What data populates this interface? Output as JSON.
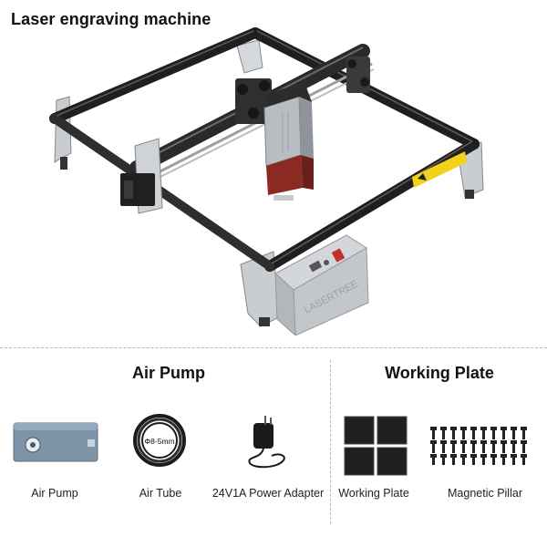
{
  "title": "Laser engraving machine",
  "machine": {
    "brand_text": "LASERTREE"
  },
  "sections": {
    "air_pump": {
      "heading": "Air Pump",
      "items": [
        {
          "label": "Air Pump",
          "icon": "air-pump-icon"
        },
        {
          "label": "Air Tube",
          "icon": "air-tube-icon",
          "spec": "Φ8-5mm"
        },
        {
          "label": "24V1A Power Adapter",
          "icon": "power-adapter-icon"
        }
      ]
    },
    "working_plate": {
      "heading": "Working Plate",
      "items": [
        {
          "label": "Working Plate",
          "icon": "working-plate-icon"
        },
        {
          "label": "Magnetic Pillar",
          "icon": "magnetic-pillar-icon"
        }
      ]
    }
  },
  "colors": {
    "frame": "#2a2a2a",
    "bracket": "#c9ccd0",
    "laser_head": "#8a2a23",
    "warning": "#f2d21b",
    "pump": "#7d94a8"
  }
}
